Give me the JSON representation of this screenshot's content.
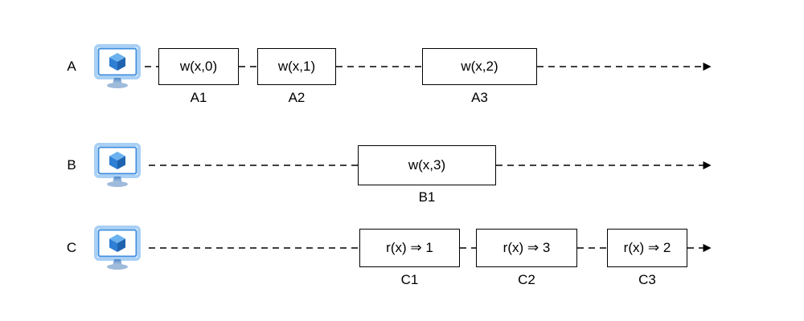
{
  "diagram": {
    "type": "timeline-sequence-diagram",
    "background_color": "#ffffff",
    "line_color": "#000000",
    "icon_colors": {
      "monitor_border": "#a3cdf5",
      "monitor_inner_border": "#3f8fe0",
      "screen": "#ffffff",
      "cube_top": "#6bb2ef",
      "cube_left": "#2f7fd4",
      "cube_right": "#1f63b0",
      "stand": "#7d9fc4"
    },
    "rows": [
      {
        "id": "row-a",
        "label": "A",
        "icon": "monitor-cube-icon",
        "nodes": [
          {
            "id": "A1",
            "text": "w(x,0)",
            "caption": "A1"
          },
          {
            "id": "A2",
            "text": "w(x,1)",
            "caption": "A2"
          },
          {
            "id": "A3",
            "text": "w(x,2)",
            "caption": "A3"
          }
        ],
        "terminator": "arrow-right"
      },
      {
        "id": "row-b",
        "label": "B",
        "icon": "monitor-cube-icon",
        "nodes": [
          {
            "id": "B1",
            "text": "w(x,3)",
            "caption": "B1"
          }
        ],
        "terminator": "arrow-right"
      },
      {
        "id": "row-c",
        "label": "C",
        "icon": "monitor-cube-icon",
        "nodes": [
          {
            "id": "C1",
            "text": "r(x) ⇒ 1",
            "caption": "C1"
          },
          {
            "id": "C2",
            "text": "r(x) ⇒ 3",
            "caption": "C2"
          },
          {
            "id": "C3",
            "text": "r(x) ⇒ 2",
            "caption": "C3"
          }
        ],
        "terminator": "arrow-right"
      }
    ]
  }
}
